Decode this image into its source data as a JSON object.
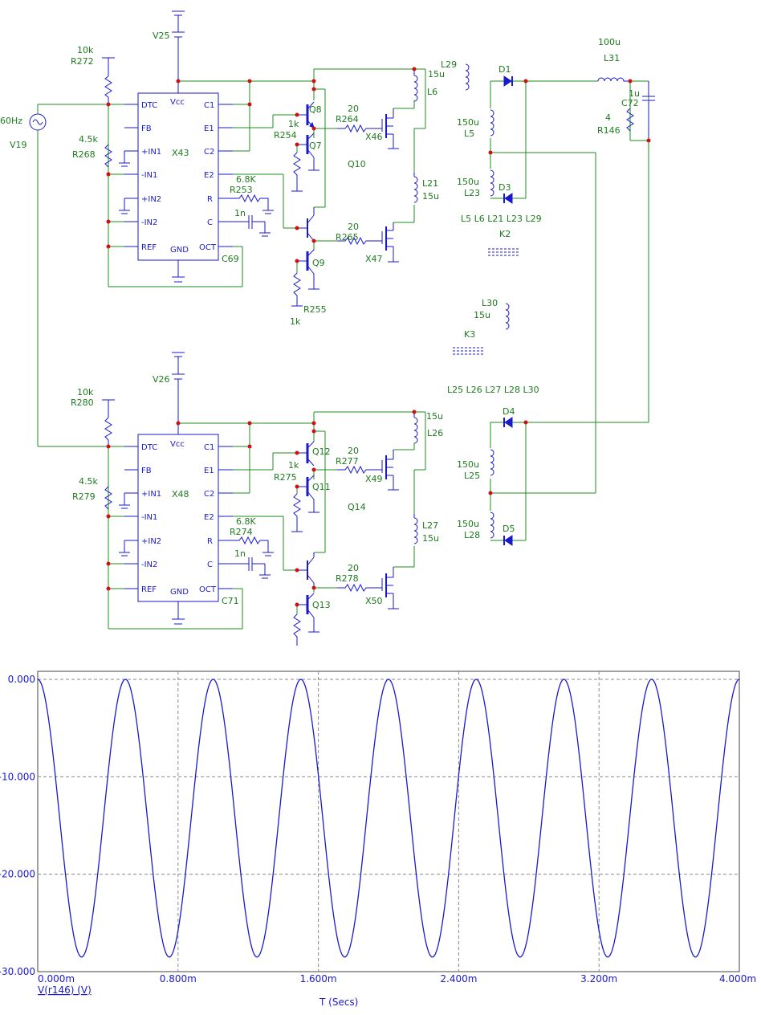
{
  "schematic": {
    "upper": {
      "ic_ref": "X43",
      "ic_pins_left": [
        "DTC",
        "FB",
        "+IN1",
        "-IN1",
        "+IN2",
        "-IN2",
        "REF"
      ],
      "ic_pins_right": [
        "C1",
        "E1",
        "C2",
        "E2",
        "R",
        "C",
        "OCT"
      ],
      "ic_pin_top": "Vcc",
      "ic_pin_bottom": "GND",
      "supply": "V25",
      "r_top_value": "10k",
      "r_top_ref": "R272",
      "r_bot_value": "4.5k",
      "r_bot_ref": "R268",
      "rt_value": "6.8K",
      "rt_ref": "R253",
      "ct_value": "1n",
      "oct_ref": "C69",
      "q_top": "Q8",
      "q_mid": "Q7",
      "q_low": "Q9",
      "q_label": "Q10",
      "rb_top_value": "1k",
      "rb_top_ref": "R254",
      "rb_bot_ref": "R255",
      "rb_bot_value": "1k",
      "rg1_value": "20",
      "rg1_ref": "R264",
      "fet1": "X46",
      "rg2_value": "20",
      "rg2_ref": "R265",
      "fet2": "X47",
      "l_top_value": "15u",
      "l_top_ref": "L6",
      "l_bot_ref": "L21",
      "l_bot_value": "15u"
    },
    "lower": {
      "ic_ref": "X48",
      "supply": "V26",
      "r_top_value": "10k",
      "r_top_ref": "R280",
      "r_bot_value": "4.5k",
      "r_bot_ref": "R279",
      "rt_value": "6.8K",
      "rt_ref": "R274",
      "ct_value": "1n",
      "oct_ref": "C71",
      "q_top": "Q12",
      "q_mid": "Q11",
      "q_low": "Q13",
      "q_label": "Q14",
      "rb_top_value": "1k",
      "rb_top_ref": "R275",
      "rg1_value": "20",
      "rg1_ref": "R277",
      "fet1": "X49",
      "rg2_value": "20",
      "rg2_ref": "R278",
      "fet2": "X50",
      "l_top_value": "15u",
      "l_top_ref": "L26",
      "l_bot_ref": "L27",
      "l_bot_value": "15u"
    },
    "source": {
      "freq": "60Hz",
      "ref": "V19"
    },
    "output": {
      "l29_ref": "L29",
      "d1": "D1",
      "d3": "D3",
      "d4": "D4",
      "d5": "D5",
      "l5_value": "150u",
      "l5_ref": "L5",
      "l23_value": "150u",
      "l23_ref": "L23",
      "l25_value": "150u",
      "l25_ref": "L25",
      "l28_value": "150u",
      "l28_ref": "L28",
      "l31_value": "100u",
      "l31_ref": "L31",
      "c72_value": "1u",
      "c72_ref": "C72",
      "r146_value": "4",
      "r146_ref": "R146",
      "k2_list": "L5 L6 L21 L23 L29",
      "k2_ref": "K2",
      "l30_ref": "L30",
      "l30_value": "15u",
      "k3_ref": "K3",
      "k3_list": "L25 L26 L27 L28 L30"
    }
  },
  "chart_data": {
    "type": "line",
    "xlabel": "T (Secs)",
    "ylabel": "",
    "trace_label": "V(r146) (V)",
    "xlim": [
      0,
      4.0
    ],
    "ylim": [
      -30,
      0
    ],
    "x_ticks": [
      "0.000m",
      "0.800m",
      "1.600m",
      "2.400m",
      "3.200m",
      "4.000m"
    ],
    "y_ticks": [
      "0.000",
      "-10.000",
      "-20.000",
      "-30.000"
    ],
    "grid": true,
    "series": [
      {
        "color": "#1a1acc",
        "description_of_shape": "full-wave rectified-like sine between 0 and about -28.5, period 0.5m (peaks at 0 every 0.5m starting at 0)",
        "period_ms": 0.5,
        "min": -28.5,
        "max": 0.0
      }
    ]
  }
}
